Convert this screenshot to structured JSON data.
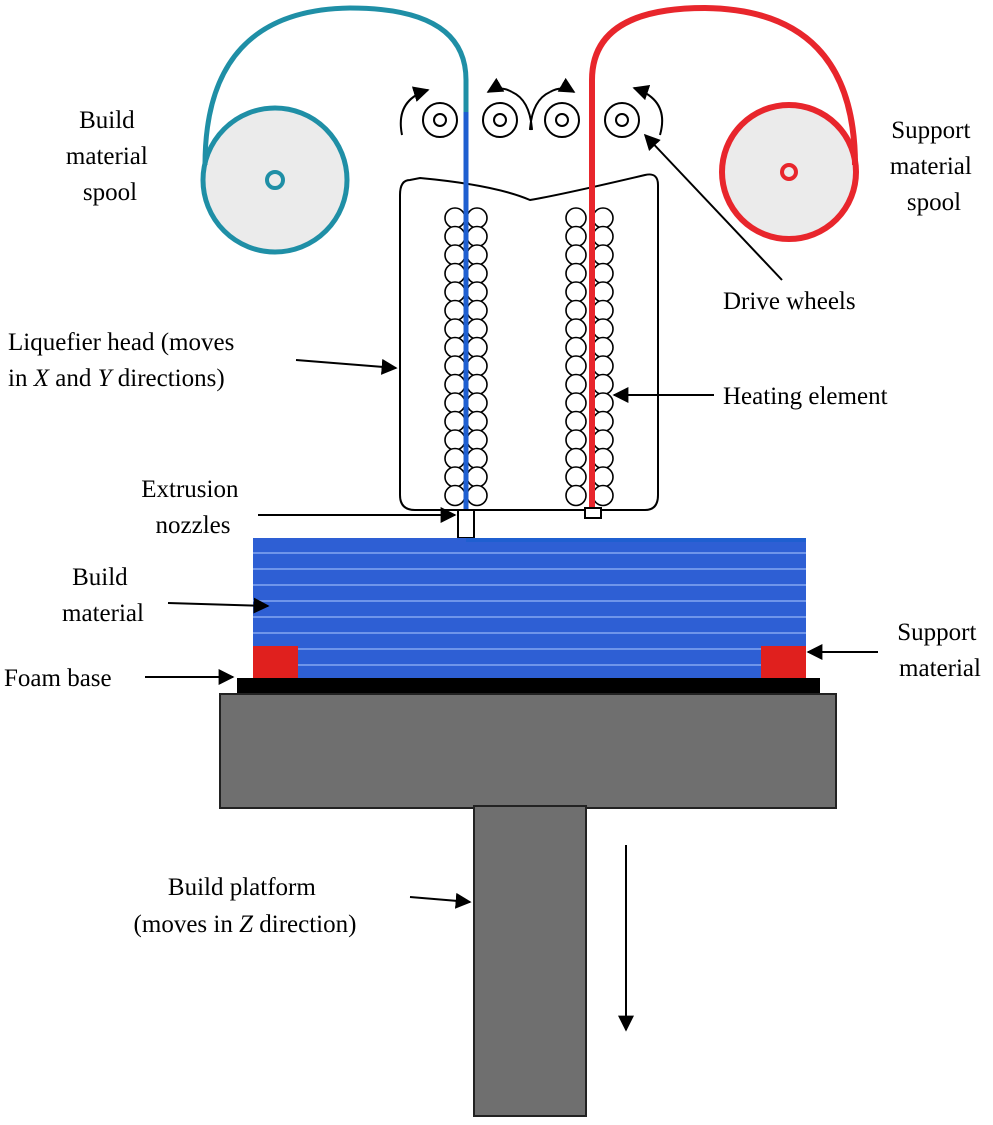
{
  "labels": {
    "build_spool": [
      "Build",
      "material",
      "spool"
    ],
    "support_spool": [
      "Support",
      "material",
      "spool"
    ],
    "drive_wheels": "Drive wheels",
    "liquefier_head": {
      "line1": "Liquefier head (moves",
      "line2_prefix": "in ",
      "x": "X",
      "and": " and ",
      "y": "Y",
      "line2_suffix": " directions)"
    },
    "heating_element": "Heating element",
    "extrusion_nozzles": [
      "Extrusion",
      "nozzles"
    ],
    "build_material": [
      "Build",
      "material"
    ],
    "foam_base": "Foam base",
    "support_material": [
      "Support",
      "material"
    ],
    "build_platform": {
      "line1": "Build platform",
      "line2_prefix": "(moves in ",
      "z": "Z",
      "line2_suffix": " direction)"
    }
  },
  "colors": {
    "build_filament": "#1f5fd0",
    "support_filament": "#e8262c",
    "build_spool": "#1f8fa6",
    "spool_fill": "#ebebeb",
    "build_layers": "#2e5fd4",
    "layer_line": "#6f95ea",
    "support_block": "#e0201e",
    "foam_base": "#000000",
    "platform": "#6f6f6f"
  }
}
